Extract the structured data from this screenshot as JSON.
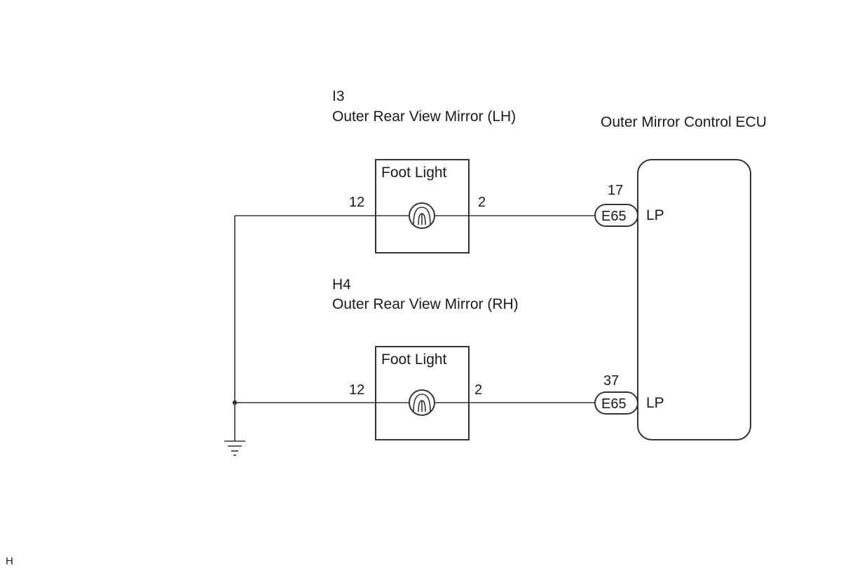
{
  "diagram": {
    "mirror_lh": {
      "code": "I3",
      "name": "Outer Rear View Mirror (LH)",
      "component": "Foot Light",
      "pin_left": "12",
      "pin_right": "2"
    },
    "mirror_rh": {
      "code": "H4",
      "name": "Outer Rear View Mirror (RH)",
      "component": "Foot Light",
      "pin_left": "12",
      "pin_right": "2"
    },
    "ecu": {
      "name": "Outer Mirror Control ECU",
      "connector_top": {
        "pin": "17",
        "code": "E65",
        "terminal": "LP"
      },
      "connector_bottom": {
        "pin": "37",
        "code": "E65",
        "terminal": "LP"
      }
    },
    "footer_label": "H"
  }
}
